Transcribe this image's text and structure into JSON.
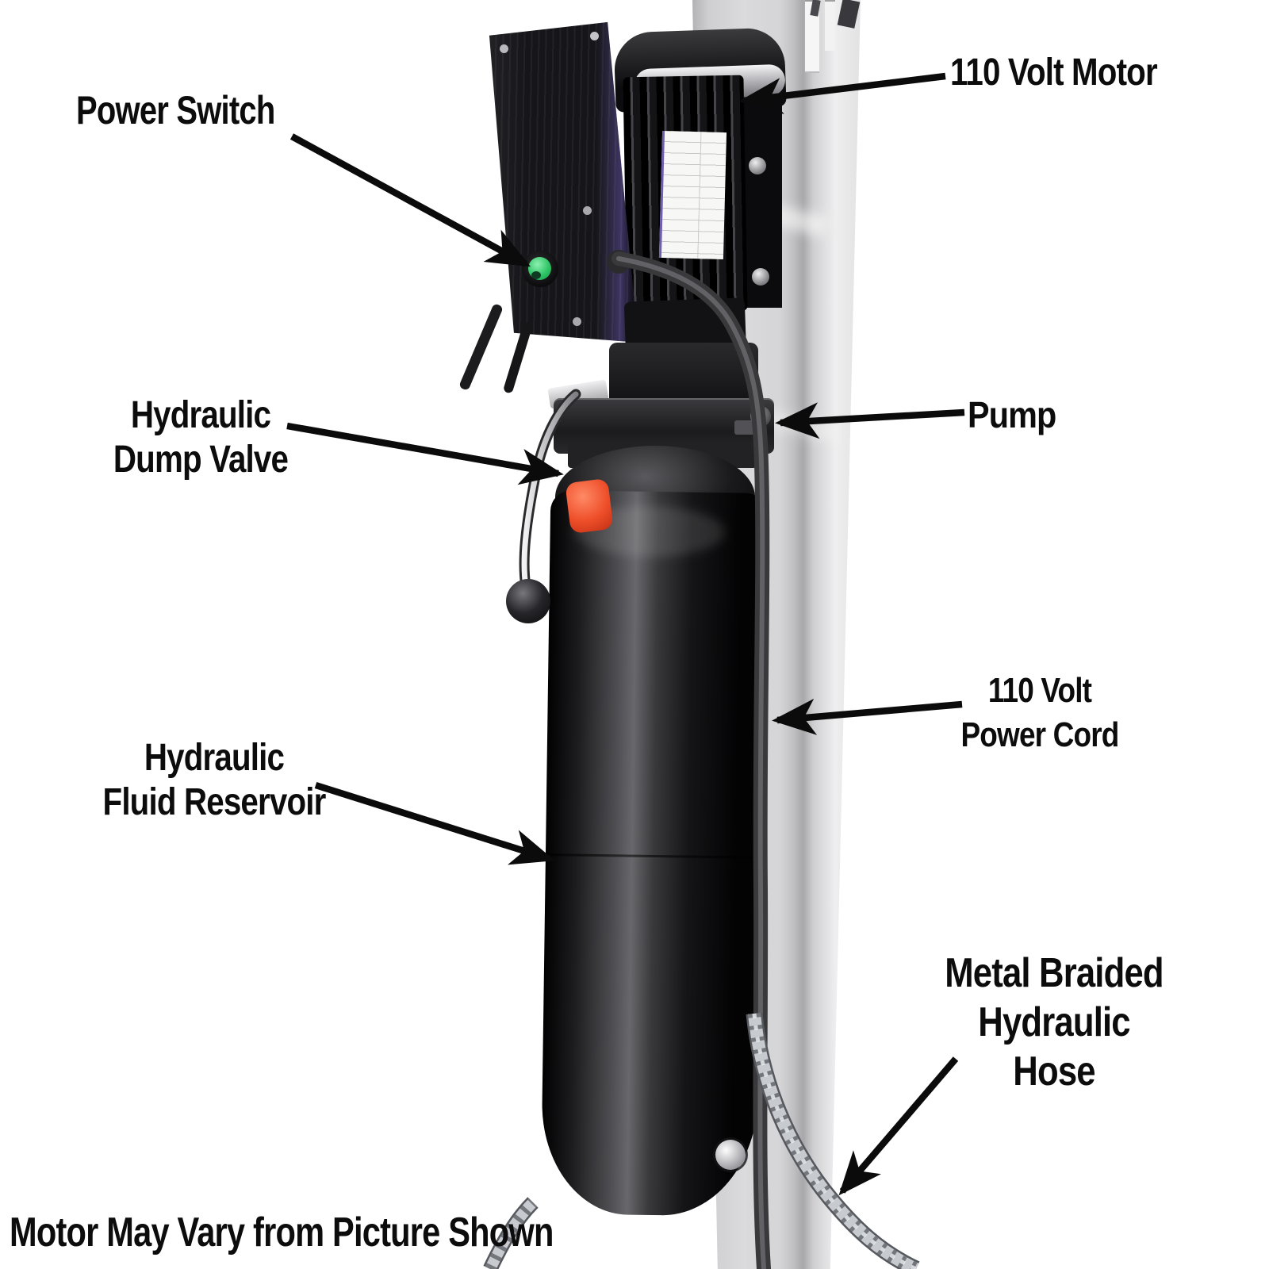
{
  "figure": {
    "type": "annotated-product-diagram",
    "subject": "110 volt hydraulic power unit mounted on a car-lift post",
    "footer_note": "Motor May Vary from Picture Shown"
  },
  "callouts": [
    {
      "id": "power-switch",
      "lines": [
        "Power Switch"
      ]
    },
    {
      "id": "110-volt-motor",
      "lines": [
        "110 Volt Motor"
      ]
    },
    {
      "id": "hydraulic-dump-valve",
      "lines": [
        "Hydraulic",
        "Dump Valve"
      ]
    },
    {
      "id": "pump",
      "lines": [
        "Pump"
      ]
    },
    {
      "id": "hydraulic-fluid-reservoir",
      "lines": [
        "Hydraulic",
        "Fluid Reservoir"
      ]
    },
    {
      "id": "110-volt-power-cord",
      "lines": [
        "110 Volt",
        "Power Cord"
      ]
    },
    {
      "id": "metal-braided-hydraulic-hose",
      "lines": [
        "Metal Braided",
        "Hydraulic Hose"
      ]
    }
  ],
  "colors": {
    "label_text": "#0c0c0c",
    "arrow": "#0b0b0b",
    "power_button_green": "#2fc567",
    "reservoir_cap_red": "#e8472b",
    "post_gray": "#d5d5d7",
    "component_black": "#141416",
    "chrome": "#d8d8dc",
    "brass": "#b49a5a"
  }
}
